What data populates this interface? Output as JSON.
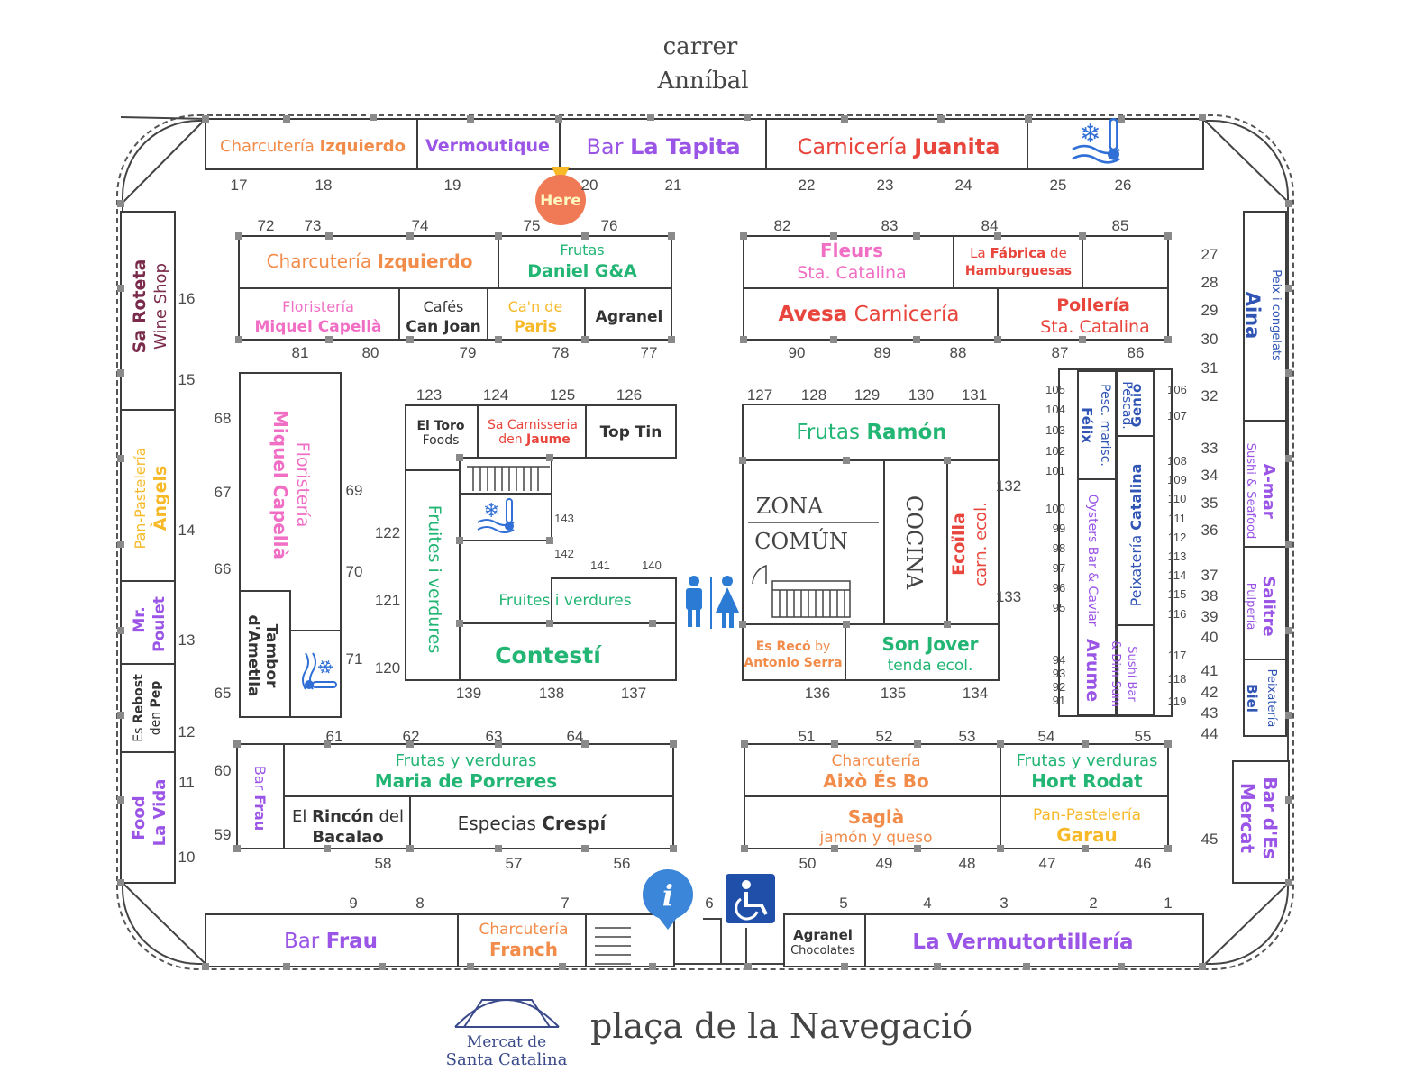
{
  "streets": {
    "top_line1": "carrer",
    "top_line2": "Anníbal",
    "bottom": "plaça de la Navegació"
  },
  "logo": {
    "line1": "Mercat de",
    "line2": "Santa Catalina"
  },
  "here_marker": "Here",
  "info_icon": "info-icon",
  "accessibility_icon": "wheelchair-icon",
  "colors": {
    "orange": "#f28c4b",
    "purple": "#9a55e6",
    "red": "#e8453c",
    "green": "#22b573",
    "pink": "#f06fc4",
    "yellow": "#f7b928",
    "blue": "#2f54b4",
    "dark": "#333333",
    "maroon": "#7a2a4a",
    "grey": "#555555"
  },
  "zones": {
    "zona1": "ZONA",
    "zona2": "COMÚN",
    "cocina": "COCINA"
  },
  "stalls": {
    "s_charc_izq_top": {
      "a": "Charcutería ",
      "b": "Izquierdo"
    },
    "s_vermoutique": {
      "b": "Vermoutique"
    },
    "s_la_tapita": {
      "a": "Bar ",
      "b": "La Tapita"
    },
    "s_juanita": {
      "a": "Carnicería ",
      "b": "Juanita"
    },
    "s_charc_izq_2": {
      "a": "Charcutería ",
      "b": "Izquierdo"
    },
    "s_daniel": {
      "a": "Frutas",
      "b": "Daniel G&A"
    },
    "s_floristeria_mc": {
      "a": "Floristería",
      "b": "Miquel Capellà"
    },
    "s_cafes": {
      "a": "Cafés",
      "b": "Can Joan"
    },
    "s_can_paris": {
      "a": "Ca'n de",
      "b": "Paris"
    },
    "s_agranel": {
      "b": "Agranel"
    },
    "s_fleurs": {
      "a": "Fleurs",
      "b": "Sta. Catalina"
    },
    "s_fabrica": {
      "a1": "La ",
      "a2": "Fábrica",
      "a3": " de",
      "b": "Hamburguesas"
    },
    "s_avesa": {
      "a": "Avesa",
      "b": " Carnicería"
    },
    "s_polleria": {
      "a": "Pollería",
      "b": "Sta. Catalina"
    },
    "s_sa_roteta": {
      "a": "Sa Roteta",
      "b": "Wine Shop"
    },
    "s_pan_angels": {
      "a": "Pan-Pastelería",
      "b": "Àngels"
    },
    "s_mr_poulet": {
      "a": "Mr.",
      "b": "Poulet"
    },
    "s_es_rebost": {
      "a": "Es ",
      "b": "Rebost",
      "c": "den ",
      "d": "Pep"
    },
    "s_food_la_vida": {
      "a": "Food",
      "b": "La Vida"
    },
    "s_flor_big": {
      "a": "Floristería",
      "b": "Miquel Capellà"
    },
    "s_tambor": {
      "a": "Tambor",
      "b": "d'Ametlla"
    },
    "s_el_toro": {
      "a": "El Toro",
      "b": "Foods"
    },
    "s_sa_carnisseria": {
      "a": "Sa Carnisseria",
      "b1": "den ",
      "b2": "Jaume"
    },
    "s_top_tin": {
      "b": "Top Tin"
    },
    "s_fruites_v": {
      "a": "Fruites i verdures"
    },
    "s_fruites_h": {
      "a": "Fruites i verdures"
    },
    "s_contesti": {
      "b": "Contestí"
    },
    "s_frutas_ramon": {
      "a": "Frutas ",
      "b": "Ramón"
    },
    "s_ecoilla": {
      "a": "Ecoïlla",
      "b": "carn. ecol."
    },
    "s_es_reco": {
      "a": "Es Recó",
      "b": " by",
      "c": "Antonio Serra"
    },
    "s_son_jover": {
      "a": "Son Jover",
      "b": "tenda ecol."
    },
    "s_felix": {
      "a": "Pesc. marisc.",
      "b": "Félix"
    },
    "s_genio": {
      "a": "Pescad.",
      "b": "Genió"
    },
    "s_peix_catalina": {
      "a": "Peixatería ",
      "b": "Catalina"
    },
    "s_oysters": {
      "a": "Oysters Bar & Caviar"
    },
    "s_arume": {
      "b": "Arume"
    },
    "s_sushi_bar": {
      "a": "Sushi  Bar",
      "b": "& Dim Sum"
    },
    "s_aina": {
      "a": "Peix i congelats",
      "b": "Aina"
    },
    "s_amar": {
      "a": "A-mar",
      "b": "Sushi & Seafood"
    },
    "s_salitre": {
      "a": "Salitre",
      "b": "Pulpería"
    },
    "s_biel": {
      "a": "Peixatería",
      "b": "Biel"
    },
    "s_bar_es_mercat": {
      "a": "Bar d'Es",
      "b": "Mercat"
    },
    "s_bar_frau_v": {
      "a": "Bar ",
      "b": "Frau"
    },
    "s_maria_porreres": {
      "a": "Frutas y verduras",
      "b": "Maria de Porreres"
    },
    "s_rincon": {
      "a1": "El ",
      "a2": "Rincón",
      "a3": " del",
      "b": "Bacalao"
    },
    "s_crespi": {
      "a": "Especias ",
      "b": "Crespí"
    },
    "s_aixo": {
      "a": "Charcutería",
      "b": "Això És Bo"
    },
    "s_hort_rodat": {
      "a": "Frutas y verduras",
      "b": "Hort Rodat"
    },
    "s_sagla": {
      "a": "Saglà",
      "b": "jamón y queso"
    },
    "s_garau": {
      "a": "Pan-Pastelería",
      "b": "Garau"
    },
    "s_bar_frau_b": {
      "a": "Bar ",
      "b": "Frau"
    },
    "s_charc_franch": {
      "a": "Charcutería",
      "b": "Franch"
    },
    "s_agranel_choc": {
      "a": "Agranel",
      "b": "Chocolates"
    },
    "s_vermutortilleria": {
      "b": "La Vermutortillería"
    }
  },
  "numbers": {
    "n17": "17",
    "n18": "18",
    "n19": "19",
    "n20": "20",
    "n21": "21",
    "n22": "22",
    "n23": "23",
    "n24": "24",
    "n25": "25",
    "n26": "26",
    "n72": "72",
    "n73": "73",
    "n74": "74",
    "n75": "75",
    "n76": "76",
    "n82": "82",
    "n83": "83",
    "n84": "84",
    "n85": "85",
    "n81": "81",
    "n80": "80",
    "n79": "79",
    "n78": "78",
    "n77": "77",
    "n90": "90",
    "n89": "89",
    "n88": "88",
    "n87": "87",
    "n86": "86",
    "n16": "16",
    "n15": "15",
    "n14": "14",
    "n13": "13",
    "n12": "12",
    "n11": "11",
    "n10": "10",
    "n68": "68",
    "n67": "67",
    "n66": "66",
    "n65": "65",
    "n69": "69",
    "n70": "70",
    "n71": "71",
    "n123": "123",
    "n124": "124",
    "n125": "125",
    "n126": "126",
    "n127": "127",
    "n128": "128",
    "n129": "129",
    "n130": "130",
    "n131": "131",
    "n122": "122",
    "n121": "121",
    "n120": "120",
    "n143": "143",
    "n142": "142",
    "n141": "141",
    "n140": "140",
    "n139": "139",
    "n138": "138",
    "n137": "137",
    "n136": "136",
    "n135": "135",
    "n134": "134",
    "n132": "132",
    "n133": "133",
    "n105": "105",
    "n104": "104",
    "n103": "103",
    "n102": "102",
    "n101": "101",
    "n100": "100",
    "n99": "99",
    "n98": "98",
    "n97": "97",
    "n96": "96",
    "n95": "95",
    "n94": "94",
    "n93": "93",
    "n92": "92",
    "n91": "91",
    "n106": "106",
    "n107": "107",
    "n108": "108",
    "n109": "109",
    "n110": "110",
    "n111": "111",
    "n112": "112",
    "n113": "113",
    "n114": "114",
    "n115": "115",
    "n116": "116",
    "n117": "117",
    "n118": "118",
    "n119": "119",
    "n27": "27",
    "n28": "28",
    "n29": "29",
    "n30": "30",
    "n31": "31",
    "n32": "32",
    "n33": "33",
    "n34": "34",
    "n35": "35",
    "n36": "36",
    "n37": "37",
    "n38": "38",
    "n39": "39",
    "n40": "40",
    "n41": "41",
    "n42": "42",
    "n43": "43",
    "n44": "44",
    "n45": "45",
    "n60": "60",
    "n59": "59",
    "n61": "61",
    "n62": "62",
    "n63": "63",
    "n64": "64",
    "n58": "58",
    "n57": "57",
    "n56": "56",
    "n51": "51",
    "n52": "52",
    "n53": "53",
    "n54": "54",
    "n55": "55",
    "n50": "50",
    "n49": "49",
    "n48": "48",
    "n47": "47",
    "n46": "46",
    "n9": "9",
    "n8": "8",
    "n7": "7",
    "n6": "6",
    "n5": "5",
    "n4": "4",
    "n3": "3",
    "n2": "2",
    "n1": "1"
  }
}
